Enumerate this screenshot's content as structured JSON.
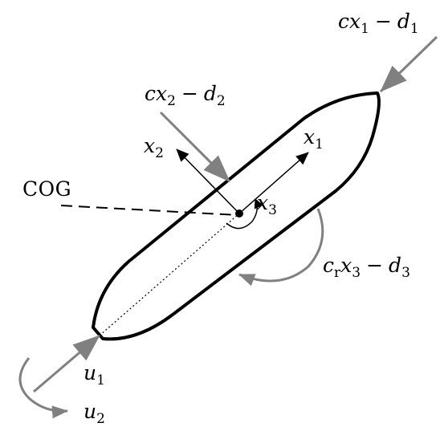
{
  "diagram": {
    "labels": {
      "force1": {
        "coef": "c",
        "var": "x",
        "sub": "1",
        "op": "−",
        "offset": "d",
        "offset_sub": "1"
      },
      "force2": {
        "coef": "c",
        "var": "x",
        "sub": "2",
        "op": "−",
        "offset": "d",
        "offset_sub": "2"
      },
      "moment": {
        "coef": "c",
        "coef_sub": "r",
        "var": "x",
        "sub": "3",
        "op": "−",
        "offset": "d",
        "offset_sub": "3"
      },
      "axis_x1": {
        "var": "x",
        "sub": "1"
      },
      "axis_x2": {
        "var": "x",
        "sub": "2"
      },
      "axis_x3": {
        "var": "x",
        "sub": "3"
      },
      "cog": "COG",
      "input_u1": {
        "var": "u",
        "sub": "1"
      },
      "input_u2": {
        "var": "u",
        "sub": "2"
      }
    },
    "colors": {
      "hull": "#000000",
      "force_arrow": "#7f7f7f",
      "axis": "#000000"
    }
  }
}
